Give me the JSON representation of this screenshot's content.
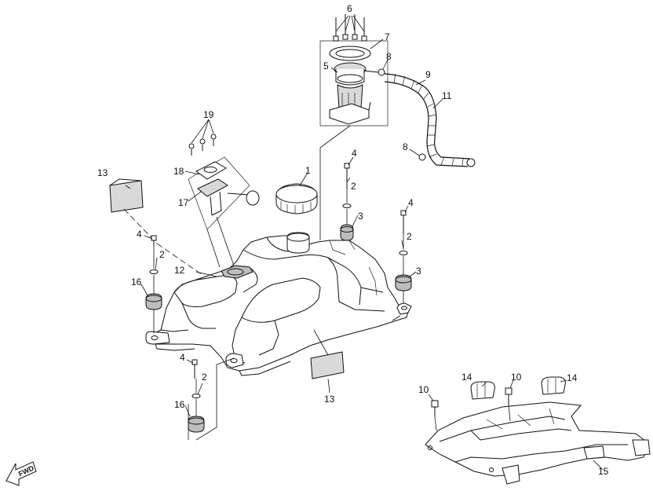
{
  "diagram": {
    "fwd_label": "FWD",
    "callouts": [
      {
        "id": "c1",
        "text": "1"
      },
      {
        "id": "c2a",
        "text": "2"
      },
      {
        "id": "c2b",
        "text": "2"
      },
      {
        "id": "c2c",
        "text": "2"
      },
      {
        "id": "c2d",
        "text": "2"
      },
      {
        "id": "c3a",
        "text": "3"
      },
      {
        "id": "c3b",
        "text": "3"
      },
      {
        "id": "c4a",
        "text": "4"
      },
      {
        "id": "c4b",
        "text": "4"
      },
      {
        "id": "c4c",
        "text": "4"
      },
      {
        "id": "c4d",
        "text": "4"
      },
      {
        "id": "c5",
        "text": "5"
      },
      {
        "id": "c6",
        "text": "6"
      },
      {
        "id": "c7",
        "text": "7"
      },
      {
        "id": "c8a",
        "text": "8"
      },
      {
        "id": "c8b",
        "text": "8"
      },
      {
        "id": "c9",
        "text": "9"
      },
      {
        "id": "c10a",
        "text": "10"
      },
      {
        "id": "c10b",
        "text": "10"
      },
      {
        "id": "c11",
        "text": "11"
      },
      {
        "id": "c12",
        "text": "12"
      },
      {
        "id": "c13a",
        "text": "13"
      },
      {
        "id": "c13b",
        "text": "13"
      },
      {
        "id": "c14a",
        "text": "14"
      },
      {
        "id": "c14b",
        "text": "14"
      },
      {
        "id": "c15",
        "text": "15"
      },
      {
        "id": "c16a",
        "text": "16"
      },
      {
        "id": "c16b",
        "text": "16"
      },
      {
        "id": "c17",
        "text": "17"
      },
      {
        "id": "c18",
        "text": "18"
      },
      {
        "id": "c19",
        "text": "19"
      }
    ]
  }
}
